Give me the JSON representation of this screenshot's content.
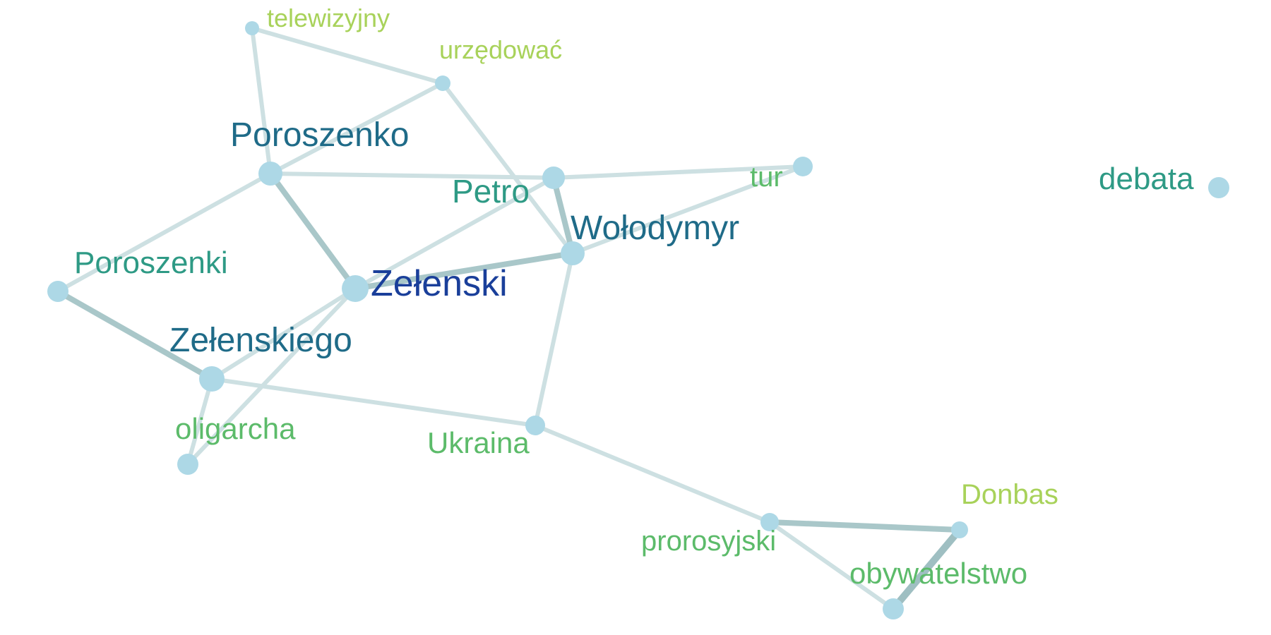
{
  "graph": {
    "type": "word-cooccurrence-network",
    "nodes": [
      {
        "id": "telewizyjny",
        "label": "telewizyjny",
        "color": "#a8d25a"
      },
      {
        "id": "urzedowac",
        "label": "urzędować",
        "color": "#a8d25a"
      },
      {
        "id": "poroszenko",
        "label": "Poroszenko",
        "color": "#1f6b88"
      },
      {
        "id": "petro",
        "label": "Petro",
        "color": "#2e9a85"
      },
      {
        "id": "tur",
        "label": "tur",
        "color": "#5cbb6a"
      },
      {
        "id": "debata",
        "label": "debata",
        "color": "#2e9a85"
      },
      {
        "id": "wolodymyr",
        "label": "Wołodymyr",
        "color": "#1f6b88"
      },
      {
        "id": "poroszenki",
        "label": "Poroszenki",
        "color": "#2e9a85"
      },
      {
        "id": "zelenski",
        "label": "Zełenski",
        "color": "#1a3f9a"
      },
      {
        "id": "zelenskiego",
        "label": "Zełenskiego",
        "color": "#1f6b88"
      },
      {
        "id": "oligarcha",
        "label": "oligarcha",
        "color": "#5cbb6a"
      },
      {
        "id": "ukraina",
        "label": "Ukraina",
        "color": "#5cbb6a"
      },
      {
        "id": "prorosyjski",
        "label": "prorosyjski",
        "color": "#5cbb6a"
      },
      {
        "id": "donbas",
        "label": "Donbas",
        "color": "#a8d25a"
      },
      {
        "id": "obywatelstwo",
        "label": "obywatelstwo",
        "color": "#5cbb6a"
      }
    ],
    "edges": [
      {
        "source": "telewizyjny",
        "target": "urzedowac",
        "weight": 1
      },
      {
        "source": "telewizyjny",
        "target": "poroszenko",
        "weight": 1
      },
      {
        "source": "urzedowac",
        "target": "poroszenko",
        "weight": 1
      },
      {
        "source": "urzedowac",
        "target": "wolodymyr",
        "weight": 1
      },
      {
        "source": "poroszenko",
        "target": "petro",
        "weight": 1
      },
      {
        "source": "poroszenko",
        "target": "zelenski",
        "weight": 2
      },
      {
        "source": "poroszenko",
        "target": "poroszenki",
        "weight": 1
      },
      {
        "source": "petro",
        "target": "tur",
        "weight": 1
      },
      {
        "source": "petro",
        "target": "wolodymyr",
        "weight": 2
      },
      {
        "source": "petro",
        "target": "zelenski",
        "weight": 1
      },
      {
        "source": "tur",
        "target": "wolodymyr",
        "weight": 1
      },
      {
        "source": "wolodymyr",
        "target": "zelenski",
        "weight": 2
      },
      {
        "source": "wolodymyr",
        "target": "ukraina",
        "weight": 1
      },
      {
        "source": "poroszenki",
        "target": "zelenskiego",
        "weight": 2
      },
      {
        "source": "zelenski",
        "target": "zelenskiego",
        "weight": 1
      },
      {
        "source": "zelenski",
        "target": "oligarcha",
        "weight": 1
      },
      {
        "source": "zelenskiego",
        "target": "oligarcha",
        "weight": 1
      },
      {
        "source": "zelenskiego",
        "target": "ukraina",
        "weight": 1
      },
      {
        "source": "ukraina",
        "target": "prorosyjski",
        "weight": 1
      },
      {
        "source": "prorosyjski",
        "target": "donbas",
        "weight": 2
      },
      {
        "source": "prorosyjski",
        "target": "obywatelstwo",
        "weight": 1
      },
      {
        "source": "donbas",
        "target": "obywatelstwo",
        "weight": 3
      }
    ]
  }
}
